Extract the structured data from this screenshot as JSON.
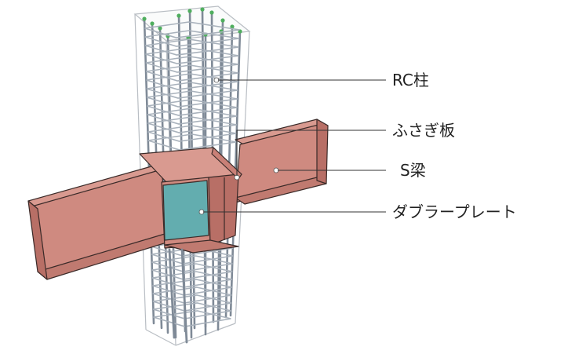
{
  "labels": {
    "rc_column": "RC柱",
    "cover_plate": "ふさぎ板",
    "steel_beam": "S梁",
    "doubler_plate": "ダブラープレート"
  },
  "colors": {
    "beam_fill": "#cf8a80",
    "beam_edge": "#3a2a28",
    "beam_flange_top": "#d99a90",
    "rebar": "#7f8a97",
    "rebar_light": "#a9b2bc",
    "rebar_tip": "#4fae5e",
    "concrete_edge": "#b9bec4",
    "doubler_plate": "#3fb8bf"
  }
}
